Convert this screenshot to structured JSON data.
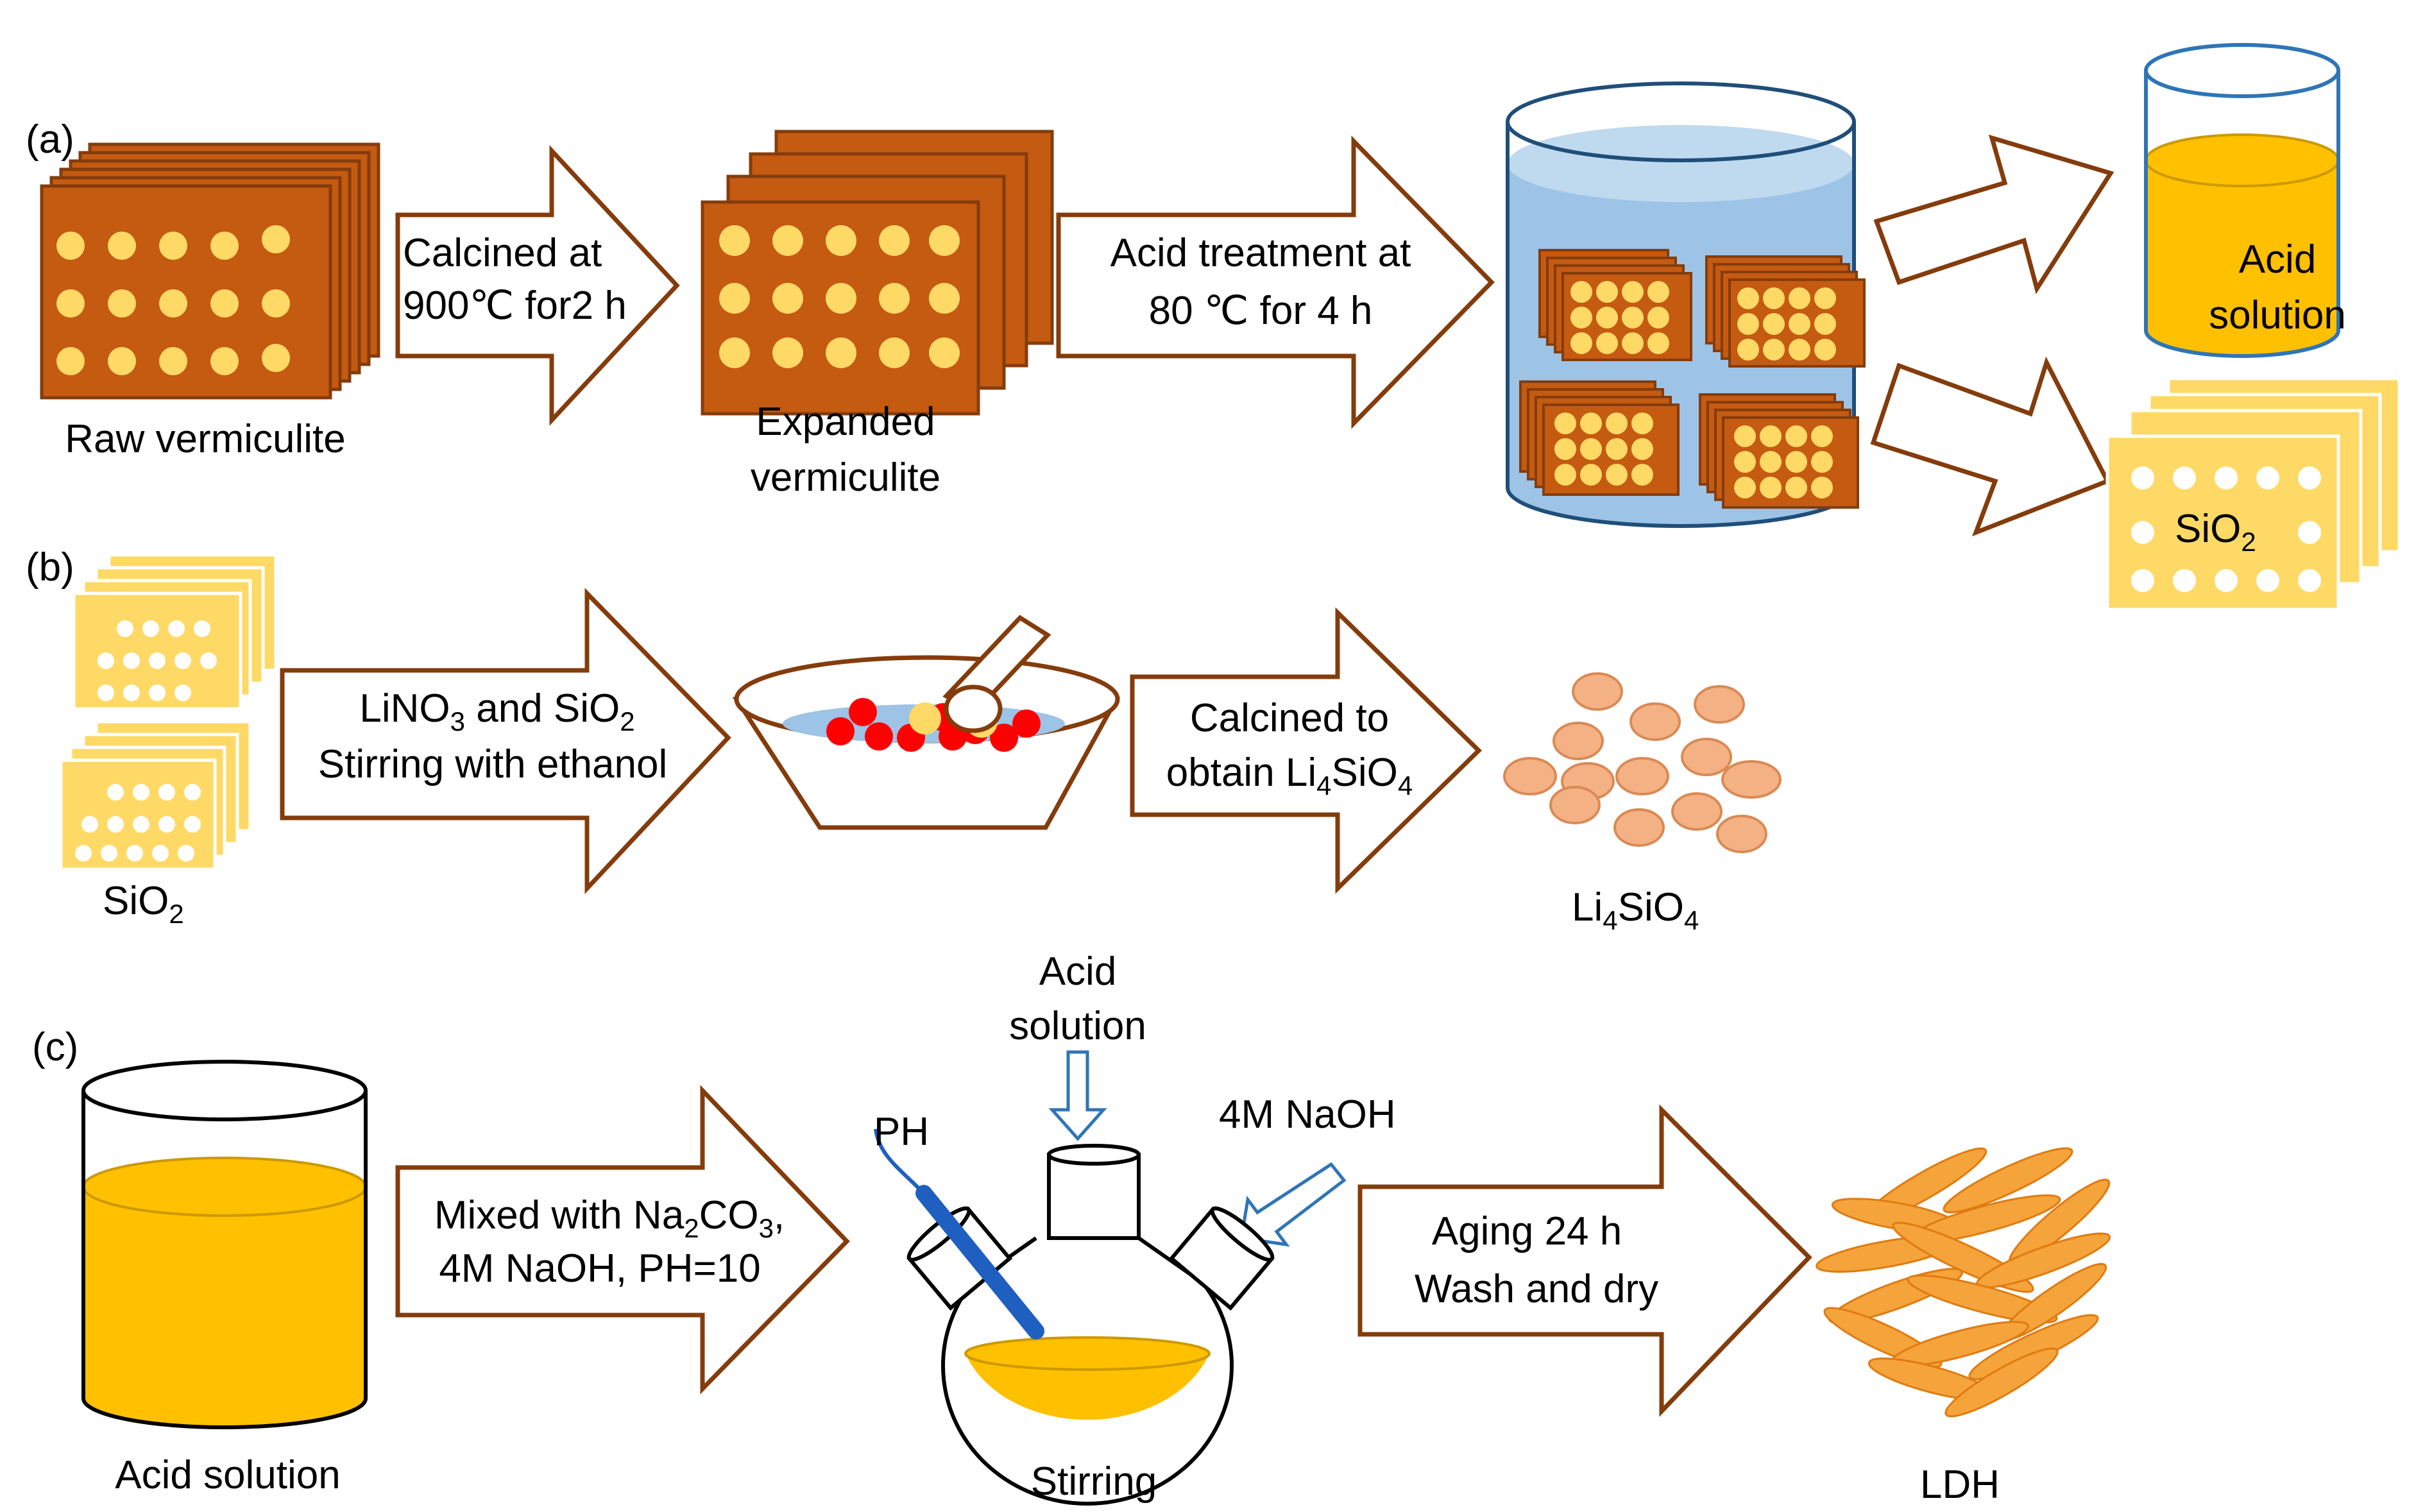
{
  "colors": {
    "vermiculite": "#c55a11",
    "pore": "#ffd966",
    "arrow_stroke": "#843c0c",
    "water": "#9dc3e6",
    "beaker_stroke": "#1f4e79",
    "acid": "#ffc000",
    "silica": "#ffd966",
    "li4sio4": "#f4b183",
    "ldh": "#f5a33b",
    "red_particle": "#ff0000",
    "probe": "#1f5fbf"
  },
  "panels": {
    "a": {
      "tag": "(a)",
      "raw_label": "Raw vermiculite",
      "arrow1": [
        "Calcined at",
        "900℃ for2 h"
      ],
      "expanded_label": [
        "Expanded",
        "vermiculite"
      ],
      "arrow2": [
        "Acid treatment at",
        "80 ℃ for 4 h"
      ],
      "acid_beaker_label": [
        "Acid",
        "solution"
      ],
      "sio2_label": "SiO",
      "sio2_sub": "2"
    },
    "b": {
      "tag": "(b)",
      "sio2_label": "SiO",
      "sio2_sub": "2",
      "arrow1": {
        "line1_a": "LiNO",
        "line1_sub1": "3",
        "line1_b": " and SiO",
        "line1_sub2": "2",
        "line2": "Stirring with ethanol"
      },
      "arrow2": {
        "line1": "Calcined to",
        "line2_a": "obtain Li",
        "line2_sub1": "4",
        "line2_b": "SiO",
        "line2_sub2": "4"
      },
      "product": {
        "a": "Li",
        "sub1": "4",
        "b": "SiO",
        "sub2": "4"
      }
    },
    "c": {
      "tag": "(c)",
      "beaker_label": "Acid solution",
      "arrow1": {
        "line1_a": "Mixed with Na",
        "line1_sub1": "2",
        "line1_b": "CO",
        "line1_sub2": "3",
        "line1_c": ",",
        "line2": "4M NaOH, PH=10"
      },
      "flask_top_label": [
        "Acid",
        "solution"
      ],
      "ph_label": "PH",
      "naoh_label": "4M NaOH",
      "stirring_label": "Stirring",
      "arrow2": [
        "Aging 24 h",
        "Wash and dry"
      ],
      "product_label": "LDH"
    }
  }
}
